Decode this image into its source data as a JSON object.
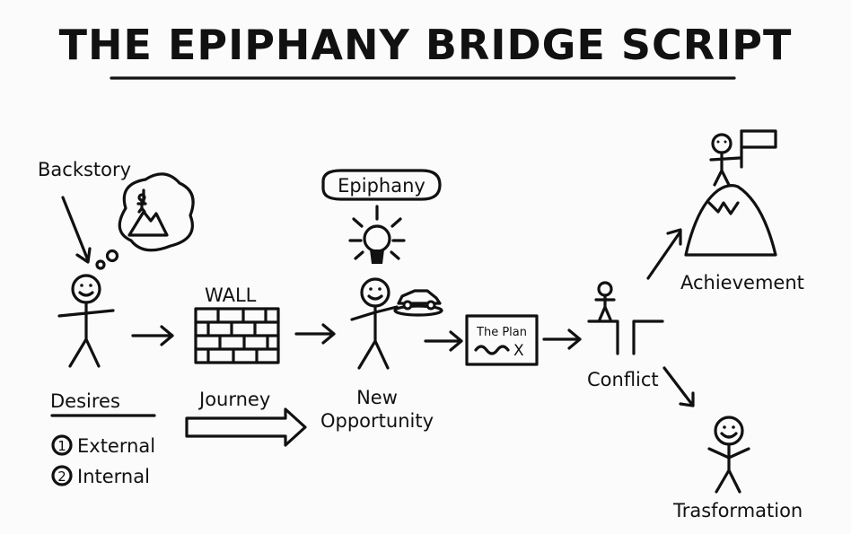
{
  "title": "THE EPIPHANY BRIDGE SCRIPT",
  "labels": {
    "backstory": "Backstory",
    "wall": "WALL",
    "epiphany": "Epiphany",
    "achievement": "Achievement",
    "plan": "The Plan",
    "plan_mark": "X",
    "conflict": "Conflict",
    "desires": "Desires",
    "journey": "Journey",
    "new": "New",
    "opportunity": "Opportunity",
    "external_num": "1",
    "external": "External",
    "internal_num": "2",
    "internal": "Internal",
    "transformation": "Trasformation"
  },
  "icons": [
    "thought-bubble-icon",
    "mountain-icon",
    "brick-wall-icon",
    "lightbulb-icon",
    "car-icon",
    "flag-icon",
    "arrow-icon"
  ]
}
